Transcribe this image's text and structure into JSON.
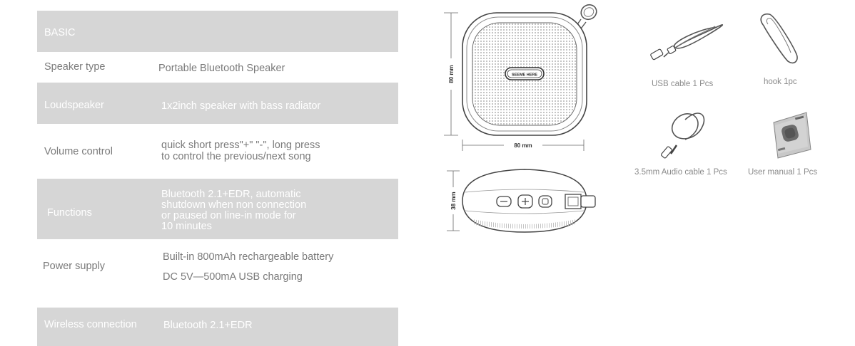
{
  "spec_table": {
    "header": "BASIC",
    "rows": [
      {
        "label": "Speaker type",
        "values": [
          "Portable Bluetooth Speaker"
        ]
      },
      {
        "label": "Loudspeaker",
        "values": [
          "1x2inch speaker with bass radiator"
        ]
      },
      {
        "label": "Volume control",
        "values": [
          "quick short press\"+\" \"-\", long press",
          "to control the previous/next song"
        ]
      },
      {
        "label": "Functions",
        "values": [
          "Bluetooth 2.1+EDR, automatic",
          "shutdown when non connection",
          "or paused on line-in mode for",
          "10 minutes"
        ]
      },
      {
        "label": "Power supply",
        "values": [
          "Built-in 800mAh rechargeable battery",
          "DC 5V—500mA USB charging"
        ]
      },
      {
        "label": "Wireless connection",
        "values": [
          "Bluetooth 2.1+EDR"
        ]
      }
    ]
  },
  "diagram": {
    "brand": "SEEME HERE",
    "height_dim": "80 mm",
    "width_dim": "80 mm",
    "depth_dim": "38 mm"
  },
  "accessories": {
    "usb": "USB cable 1 Pcs",
    "hook": "hook 1pc",
    "audio": "3.5mm Audio cable 1 Pcs",
    "manual": "User manual 1 Pcs"
  }
}
